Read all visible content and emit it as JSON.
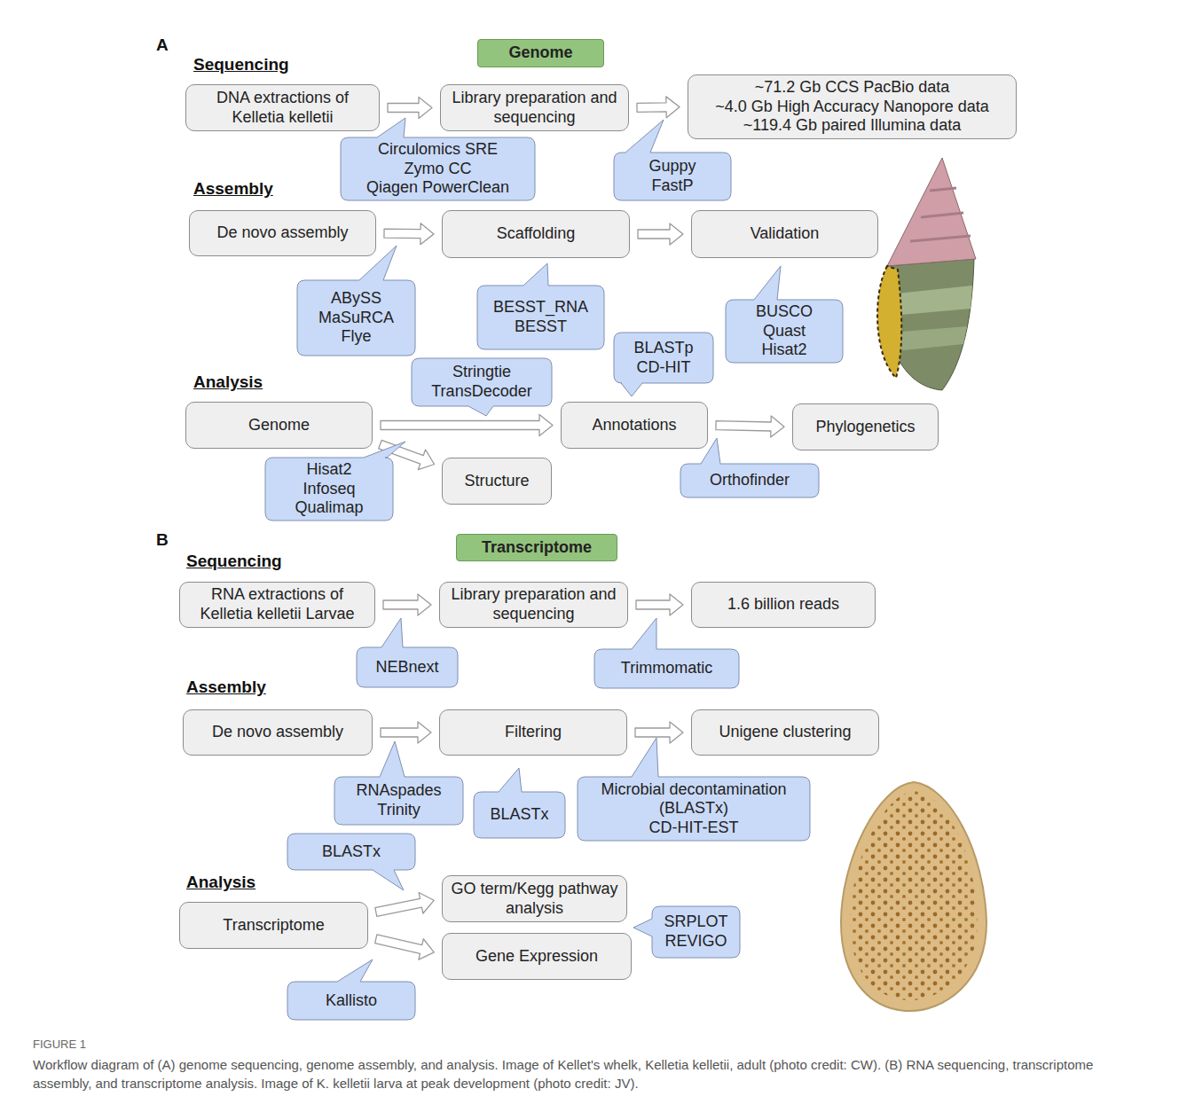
{
  "diagram": {
    "caption": "Workflow diagram of (A) genome sequencing, genome assembly, and analysis. Image of Kellet's whelk, Kelletia kelletii, adult (photo credit: CW). (B) RNA sequencing, transcriptome assembly, and transcriptome analysis. Image of K. kelletii larva at peak development (photo credit: JV).",
    "nodes": [
      {
        "text": [
          "Genome"
        ]
      },
      {
        "text": [
          "DNA extractions of Kelletia kelletii"
        ]
      },
      {
        "text": [
          "Library preparation and sequencing"
        ]
      },
      {
        "text": [
          "~71.2 Gb CCS PacBio data",
          "~4.0 Gb High Accuracy Nanopore data",
          "~119.4 Gb paired Illumina data"
        ]
      },
      {
        "text": [
          "Circulomics SRE",
          "Zymo CC",
          "Qiagen PowerClean"
        ]
      },
      {
        "text": [
          "Guppy",
          "FastP"
        ]
      },
      {
        "text": [
          "De novo assembly"
        ]
      },
      {
        "text": [
          "Scaffolding"
        ]
      },
      {
        "text": [
          "Validation"
        ]
      },
      {
        "text": [
          "ABySS",
          "MaSuRCA",
          "Flye"
        ]
      },
      {
        "text": [
          "BESST_RNA",
          "BESST"
        ]
      },
      {
        "text": [
          "BUSCO",
          "Quast",
          "Hisat2"
        ]
      },
      {
        "text": [
          "Stringtie",
          "TransDecoder"
        ]
      },
      {
        "text": [
          "BLASTp",
          "CD-HIT"
        ]
      },
      {
        "text": [
          "Genome"
        ]
      },
      {
        "text": [
          "Annotations"
        ]
      },
      {
        "text": [
          "Phylogenetics"
        ]
      },
      {
        "text": [
          "Structure"
        ]
      },
      {
        "text": [
          "Hisat2",
          "Infoseq",
          "Qualimap"
        ]
      },
      {
        "text": [
          "Orthofinder"
        ]
      },
      {
        "text": [
          "Transcriptome"
        ]
      },
      {
        "text": [
          "RNA extractions of Kelletia kelletii Larvae"
        ]
      },
      {
        "text": [
          "Library preparation and sequencing"
        ]
      },
      {
        "text": [
          "1.6 billion reads"
        ]
      },
      {
        "text": [
          "NEBnext"
        ]
      },
      {
        "text": [
          "Trimmomatic"
        ]
      },
      {
        "text": [
          "De novo assembly"
        ]
      },
      {
        "text": [
          "Filtering"
        ]
      },
      {
        "text": [
          "Unigene clustering"
        ]
      },
      {
        "text": [
          "RNAspades",
          "Trinity"
        ]
      },
      {
        "text": [
          "BLASTx"
        ]
      },
      {
        "text": [
          "Microbial decontamination",
          "(BLASTx)",
          "CD-HIT-EST"
        ]
      },
      {
        "text": [
          "BLASTx"
        ]
      },
      {
        "text": [
          "Transcriptome"
        ]
      },
      {
        "text": [
          "GO term/Kegg pathway analysis"
        ]
      },
      {
        "text": [
          "Gene Expression"
        ]
      },
      {
        "text": [
          "SRPLOT",
          "REVIGO"
        ]
      },
      {
        "text": [
          "Kallisto"
        ]
      }
    ],
    "edges": [
      {
        "from": 1,
        "to": 2,
        "arrow": "to"
      },
      {
        "from": 2,
        "to": 3,
        "arrow": "to"
      },
      {
        "from": 6,
        "to": 7,
        "arrow": "to"
      },
      {
        "from": 7,
        "to": 8,
        "arrow": "to"
      },
      {
        "from": 14,
        "to": 15,
        "arrow": "to"
      },
      {
        "from": 14,
        "to": 17,
        "arrow": "to"
      },
      {
        "from": 15,
        "to": 16,
        "arrow": "to"
      },
      {
        "from": 21,
        "to": 22,
        "arrow": "to"
      },
      {
        "from": 22,
        "to": 23,
        "arrow": "to"
      },
      {
        "from": 26,
        "to": 27,
        "arrow": "to"
      },
      {
        "from": 27,
        "to": 28,
        "arrow": "to"
      },
      {
        "from": 33,
        "to": 34,
        "arrow": "to"
      },
      {
        "from": 33,
        "to": 35,
        "arrow": "to"
      }
    ],
    "labels": [
      "A",
      "Sequencing",
      "Assembly",
      "Analysis",
      "B",
      "Sequencing",
      "Assembly",
      "Analysis",
      "FIGURE 1"
    ]
  }
}
